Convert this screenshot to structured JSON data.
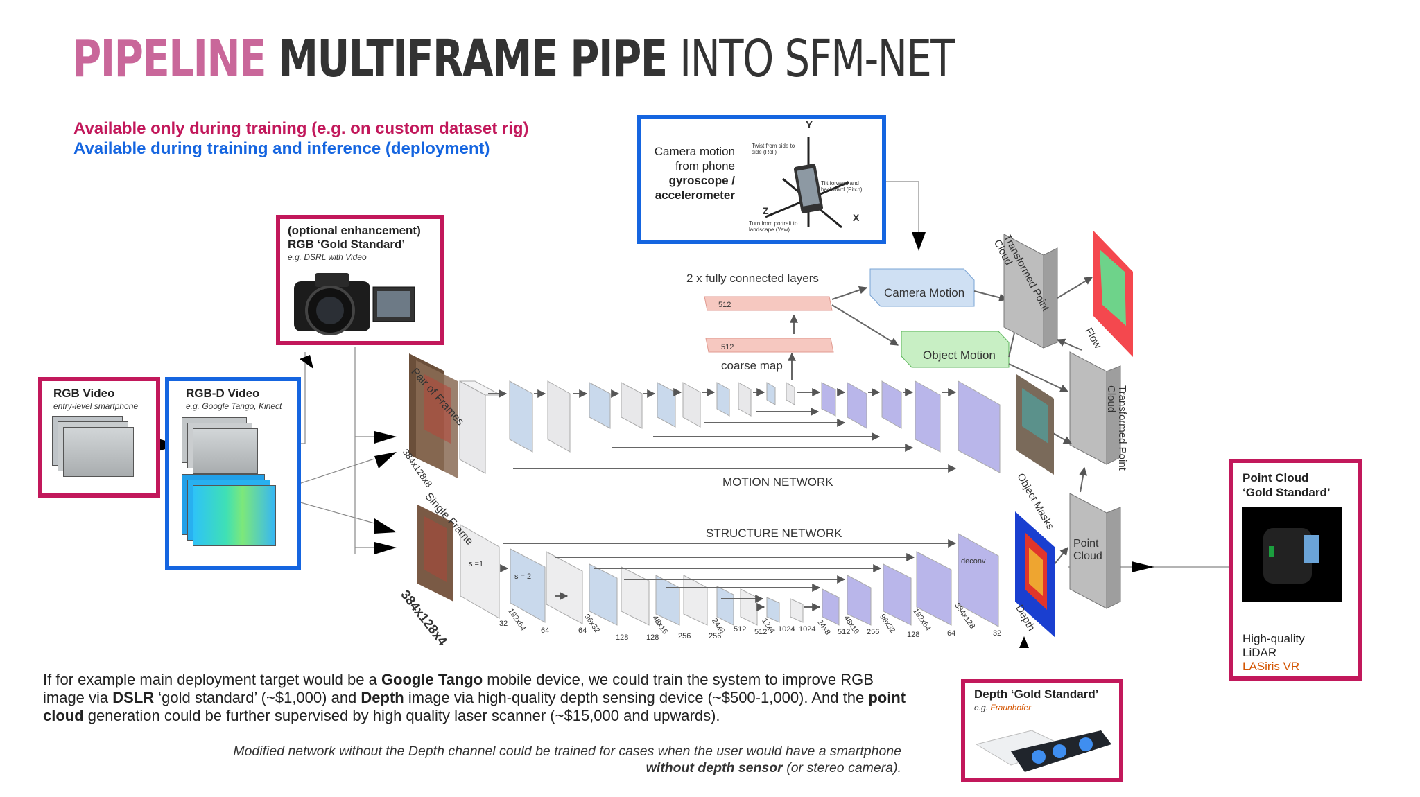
{
  "title": {
    "part1": "PIPELINE",
    "part2": "MULTIFRAME PIPE",
    "part3": "INTO SFM-NET"
  },
  "legend": {
    "training_only": "Available only during training (e.g. on custom dataset rig)",
    "training_inference": "Available during training and inference (deployment)"
  },
  "colors": {
    "training_only": "#c2185b",
    "training_inference": "#1565e0",
    "title_pink": "#c9679a"
  },
  "boxes": {
    "rgb_video": {
      "title": "RGB Video",
      "subtitle": "entry-level smartphone"
    },
    "rgbd_video": {
      "title": "RGB-D Video",
      "subtitle": "e.g. Google Tango, Kinect"
    },
    "gold_rgb": {
      "line1": "(optional enhancement)",
      "title": "RGB ‘Gold Standard’",
      "subtitle": "e.g. DSRL with Video"
    },
    "camera_motion": {
      "line1": "Camera motion",
      "line2": "from phone",
      "line3": "gyroscope /",
      "line4": "accelerometer"
    },
    "point_cloud_gold": {
      "title1": "Point Cloud",
      "title2": "‘Gold Standard’",
      "desc1": "High-quality",
      "desc2": "LiDAR",
      "brand": "LASiris VR"
    },
    "depth_gold": {
      "title": "Depth ‘Gold Standard’",
      "sub_prefix": "e.g.",
      "sub_brand": "Fraunhofer"
    }
  },
  "phone_diagram": {
    "roll": "Twist from side to side (Roll)",
    "pitch": "Tilt forward and backward (Pitch)",
    "yaw": "Turn from portrait to landscape (Yaw)",
    "y": "Y",
    "x": "X",
    "z": "Z"
  },
  "network": {
    "fc_label": "2 x fully connected layers",
    "fc1": "512",
    "fc2": "512",
    "coarse_map": "coarse map",
    "camera_motion": "Camera Motion",
    "object_motion": "Object Motion",
    "motion_network": "MOTION NETWORK",
    "structure_network": "STRUCTURE NETWORK",
    "pair_of_frames": "Pair of Frames",
    "single_frame": "Single Frame",
    "size_pair": "384x128x8",
    "size_single": "384x128x4",
    "object_masks": "Object Masks",
    "depth": "Depth",
    "flow": "Flow",
    "transformed_pc_top": "Transformed Point Cloud",
    "transformed_pc_mid": "Transformed Point Cloud",
    "point_cloud": "Point Cloud",
    "s1": "s =1",
    "s2": "s = 2",
    "deconv": "deconv",
    "structure_dims": [
      "32",
      "192x64",
      "64",
      "64",
      "96x32",
      "128",
      "128",
      "48x16",
      "256",
      "256",
      "24x8",
      "512",
      "512",
      "12x4",
      "1024",
      "1024",
      "24x8",
      "512",
      "48x16",
      "256",
      "96x32",
      "128",
      "192x64",
      "64",
      "384x128",
      "32"
    ]
  },
  "body": {
    "p1": "If for example main deployment target would be a ",
    "b1": "Google Tango",
    "p2": " mobile device, we could train the system to improve RGB image via ",
    "b2": "DSLR",
    "p3": " ‘gold standard’ (~$1,000) and ",
    "b3": "Depth",
    "p4": " image via high-quality depth sensing device  (~$500-1,000). And the ",
    "b4": "point cloud",
    "p5": " generation could be further supervised by high quality laser scanner (~$15,000 and upwards)."
  },
  "note": {
    "line1": "Modified network without the Depth channel could be trained for cases when the user would have a smartphone",
    "bold": "without depth sensor",
    "line2_rest": " (or stereo camera)."
  }
}
